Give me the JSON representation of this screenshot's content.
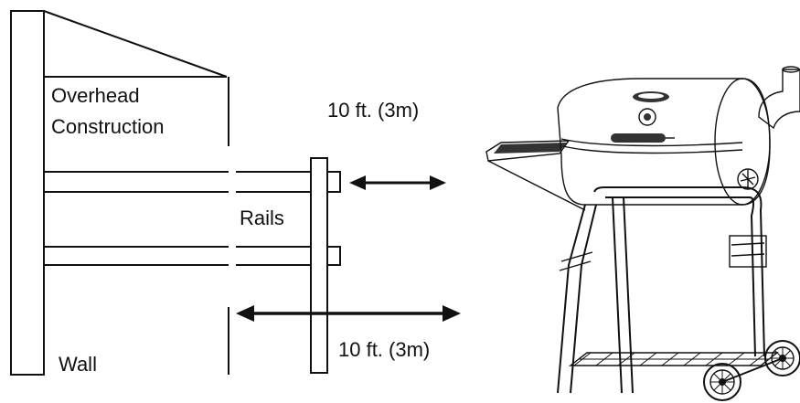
{
  "labels": {
    "overhead_line1": "Overhead",
    "overhead_line2": "Construction",
    "rails": "Rails",
    "wall": "Wall",
    "clearance_top": "10 ft. (3m)",
    "clearance_bottom": "10 ft. (3m)"
  },
  "icons": {
    "arrow": "double-arrow-icon",
    "grill": "barrel-grill-icon"
  }
}
